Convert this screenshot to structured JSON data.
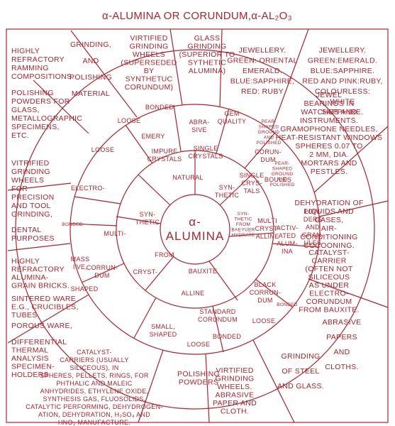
{
  "title": "α-ALUMINA OR CORUNDUM,α-AL₂O₃",
  "center": {
    "line1": "α-",
    "line2": "ALUMINA"
  },
  "ring1": {
    "natural": "NATURAL",
    "synthetic": "SYN-|THETIC",
    "pearl": "PEAR-|SHAPED|GROUND|AND|POLISHED",
    "synth_hydrate": "SYN-|THETIC|FROM|BAEYUER|HYDRATE",
    "multi_crystalline": "MULTI|CRYST-|ALLINE",
    "bauxite": "BAUXITE",
    "from": "FROM",
    "synthetic2": "SYN-|THETIC"
  },
  "ring2": {
    "impure": "IMPURE|CRYSTALS",
    "single": "SINGLE|CRYSTALS",
    "corundum_boules": "CORUN-|DUM",
    "boules": "BOULES",
    "single_crystals2": "SINGLE|CRYS-|TALS",
    "activated": "ACTIV-|ATED|ALUM-|INA",
    "powders": "POW-|DERS|AND|GRAN-|ULES",
    "alline": "ALLINE",
    "cryst": "CRYST-",
    "multi": "MULTI-",
    "electro": "ELECTRO-",
    "corrundum": "CORRUN-|DUM",
    "massive": "MASS|I'VE,",
    "shaped": "SHAPED",
    "emery": "EMERY",
    "abrasive": "ABRA-|SIVE",
    "gem": "GEM|QUALITY",
    "pearl2": "PEAR-|SHAPED|GROUND|AND|POLISHED",
    "black": "BLACK|CORRUN-|DUM",
    "standard": "STANDARD|CORUNDUM",
    "bonded1": "BONDED",
    "loose1": "LOOSE",
    "bonded2": "BONDED",
    "loose2": "LOOSE",
    "small": "SMALL,|SHAPED",
    "loose3": "LOOSE",
    "bonded3": "BONDED",
    "loose4": "LOOSE",
    "bonded4": "BONDED"
  },
  "outer": {
    "o1": "HIGHLY|REFRACTORY|RAMMING|COMPOSITIONS.",
    "o1b": "POLISHING|POWDERS FOR|GLASS,|METALLOGRAPHIC|SPECIMENS,|ETC.",
    "o2": "GRINDING,|AND|POLISHING|MATERIAL",
    "o3": "VIRTIFIED|GRINDING|WHEELS|(SUPERSEDED|BY|SYNTHETUC|CORUNDUM)",
    "o4": "GLASS|GRINDING|(SUPERIOR TO|SYTHETIC|ALUMINA)",
    "o5": "JEWELLERY.|GREEN: ORIENTAL|EMERALD.|BLUE:SAPPHIRE,|RED: RUBY",
    "o6": "JEWELLERY.|GREEN:EMERALD.|BLUE:SAPPHIRE.|RED AND PINK:RUBY,|COLOURLESS:|WHITE|SAPPHIRE.",
    "o7": "JEWEL|BEARINGS IN|WATCHES AND|INSTRUMENTS.|GRAMOPHONE NEEDLES,|HEAT-RESISTANT WINDOWS|SPHERES 0.07 TO|2 MM, DIA.|MORTARS AND|PESTLES.",
    "o8": "DEHYDRATION OF|LIQUIDS AND|GASES,|AIR-|CONDITIONING|COCOONING.",
    "o8b": "CATALYST-|CARRIER|(OFTEN NOT|SILICEOUS|AS UNDER|ELECTRO-|CORUNDUM|FROM BAUXITE.",
    "o9": "ABRASIVE|PAPERS|AND|CLOTHS.",
    "o10": "GRINDING|OF STEEL|AND GLASS.",
    "o11": "VIRTIFIED|GRINDING|WHEELS.|ABRASIVE|PAPER AND|CLOTH.",
    "o12": "POLISHING|POWDERS",
    "o13": "CATALYST-|CARRIERS (USUALLY|SILICEOUS), IN|SPHERES, PELLETS, RINGS, FOR|PHTHALIC AND MALEIC|ANHYDRIDES, ETHYLENE OXIDE,|SYNTHESIS GAS, FLUOSOLIDS,|CATALYTIC PERFORMING, DEHYDROGEN-|ATION, DEHYDRATION, H₂SO₄ AND|HNO₃ MANUFACTURE.",
    "o14": "HIGHLY|REFRACTORY|ALUMINA-|GRAIN BRICKS.",
    "o14b": "SINTERED WARE|E.G., CRUCIBLES,|TUBES.",
    "o14c": "POROUS WARE,",
    "o14d": "DIFFERENTIAL|THERMAL|ANALYSIS|SPECIMEN-|HOLDERS",
    "o15": "VITRIFIED|GRINDING|WHEELS|FOR|PRECISION|AND TOOL|GRINDING,",
    "o15b": "DENTAL|PURPOSES",
    "bonded_l": "BONDED"
  },
  "colors": {
    "accent": "#b3212b"
  }
}
